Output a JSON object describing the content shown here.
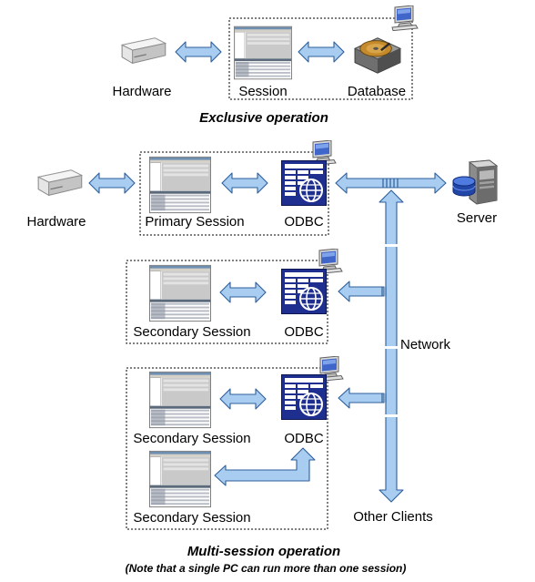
{
  "top": {
    "hardware_label": "Hardware",
    "session_label": "Session",
    "database_label": "Database",
    "caption": "Exclusive operation"
  },
  "bottom": {
    "hardware_label": "Hardware",
    "primary_session_label": "Primary Session",
    "odbc_label_1": "ODBC",
    "server_label": "Server",
    "secondary_session_label_1": "Secondary Session",
    "odbc_label_2": "ODBC",
    "network_label": "Network",
    "secondary_session_label_2": "Secondary Session",
    "odbc_label_3": "ODBC",
    "secondary_session_label_3": "Secondary Session",
    "other_clients_label": "Other Clients",
    "caption": "Multi-session operation",
    "note": "(Note that a single PC can run more than one session)"
  },
  "colors": {
    "arrow_fill": "#a9cdf0",
    "arrow_stroke": "#2d5f9a",
    "odbc_blue": "#1f2f8f"
  },
  "icons": [
    "hardware-drive-icon",
    "session-screenshot-icon",
    "database-disk-icon",
    "pc-monitor-icon",
    "odbc-icon",
    "server-icon"
  ]
}
